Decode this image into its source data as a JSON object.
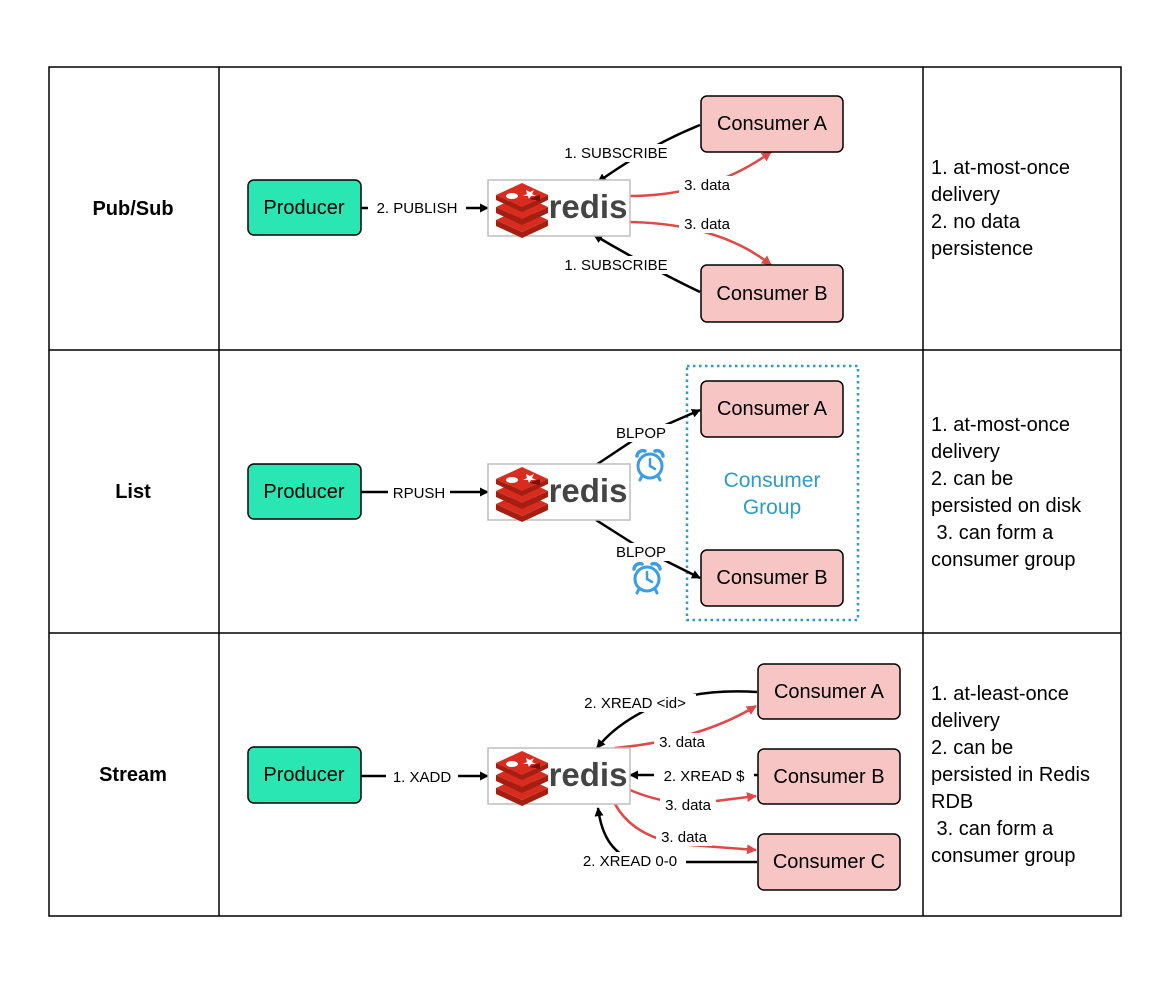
{
  "colors": {
    "producer_fill": "#29e6b2",
    "consumer_fill": "#f8c5c5",
    "data_arrow": "#e04848",
    "command_arrow": "#000000",
    "group_border": "#2f9cc4",
    "redis_red": "#d82c20"
  },
  "icons": [
    "redis-logo",
    "alarm-clock-icon"
  ],
  "redis_wordmark": "redis",
  "rows": [
    {
      "label": "Pub/Sub",
      "producer": "Producer",
      "publish": "2. PUBLISH",
      "subscribe_a": "1. SUBSCRIBE",
      "subscribe_b": "1. SUBSCRIBE",
      "data_a": "3. data",
      "data_b": "3. data",
      "consumer_a": "Consumer A",
      "consumer_b": "Consumer B",
      "notes": [
        "1. at-most-once",
        "delivery",
        "2. no data",
        "persistence"
      ]
    },
    {
      "label": "List",
      "producer": "Producer",
      "push": "RPUSH",
      "pop_a": "BLPOP",
      "pop_b": "BLPOP",
      "consumer_a": "Consumer A",
      "consumer_b": "Consumer B",
      "group_line1": "Consumer",
      "group_line2": "Group",
      "notes": [
        "1. at-most-once",
        "delivery",
        "2. can be",
        "persisted on disk",
        " 3. can form a",
        "consumer group"
      ]
    },
    {
      "label": "Stream",
      "producer": "Producer",
      "add": "1. XADD",
      "read_a": "2. XREAD <id>",
      "read_b": "2. XREAD $",
      "read_c": "2. XREAD 0-0",
      "data_a": "3. data",
      "data_b": "3. data",
      "data_c": "3. data",
      "consumer_a": "Consumer A",
      "consumer_b": "Consumer B",
      "consumer_c": "Consumer C",
      "notes": [
        "1. at-least-once",
        "delivery",
        "2. can be",
        "persisted in Redis",
        "RDB",
        " 3. can form a",
        "consumer group"
      ]
    }
  ]
}
